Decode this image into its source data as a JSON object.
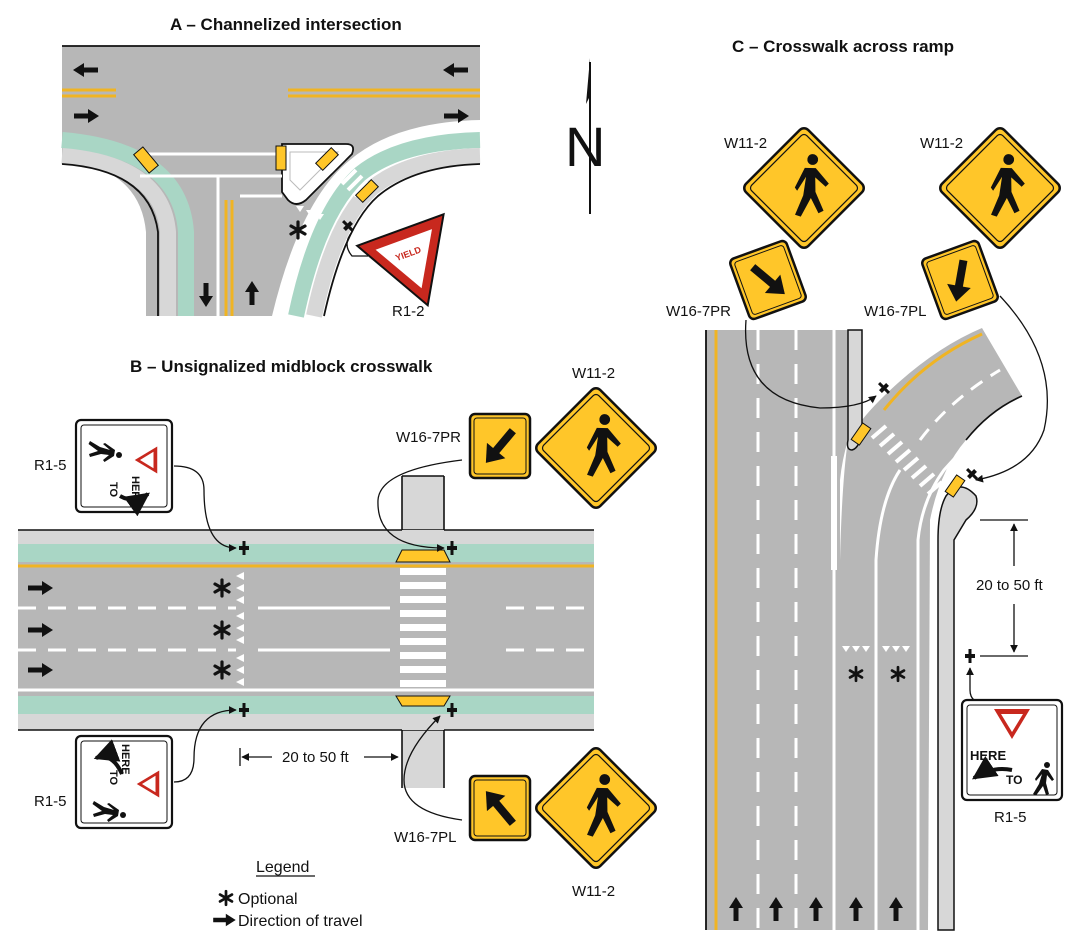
{
  "panels": {
    "a": {
      "title": "A – Channelized intersection"
    },
    "b": {
      "title": "B – Unsignalized midblock crosswalk"
    },
    "c": {
      "title": "C – Crosswalk across ramp"
    }
  },
  "compass": {
    "letter": "N"
  },
  "signs": {
    "r1_2": "R1-2",
    "r1_5": "R1-5",
    "w11_2": "W11-2",
    "w16_7pr": "W16-7PR",
    "w16_7pl": "W16-7PL",
    "yield_word": "YIELD",
    "here_word": "HERE",
    "to_word": "TO"
  },
  "distances": {
    "b": "20 to 50 ft",
    "c": "20 to 50 ft"
  },
  "legend": {
    "title": "Legend",
    "optional": "Optional",
    "direction": "Direction of travel"
  },
  "colors": {
    "road": "#b7b7b7",
    "shoulder": "#d7d7d7",
    "buffer": "#a9d6c5",
    "centerline": "#f0b423",
    "warning_sign": "#ffc629",
    "yield_red": "#c8281e",
    "marking": "#ffffff"
  }
}
